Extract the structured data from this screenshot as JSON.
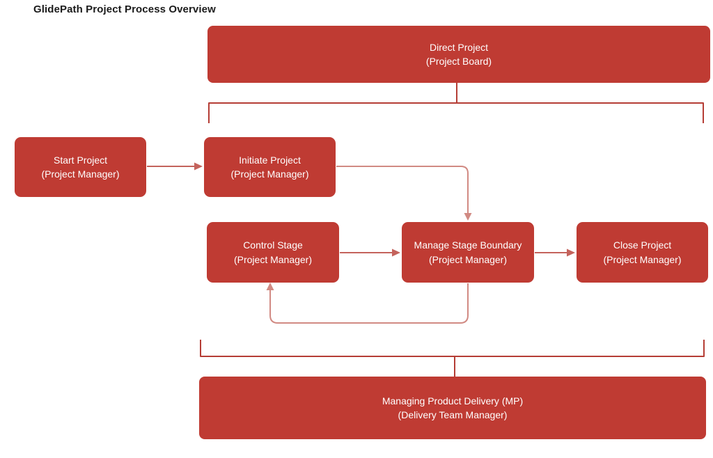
{
  "title": "GlidePath Project Process Overview",
  "colors": {
    "box": "#bf3b33",
    "box_text": "#ffffff",
    "bracket": "#b53d35",
    "arrow": "#c4635c",
    "elbow": "#d18a83",
    "title": "#1b1b1b"
  },
  "nodes": {
    "direct": {
      "line1": "Direct Project",
      "line2": "(Project Board)"
    },
    "start": {
      "line1": "Start Project",
      "line2": "(Project Manager)"
    },
    "initiate": {
      "line1": "Initiate Project",
      "line2": "(Project Manager)"
    },
    "control": {
      "line1": "Control Stage",
      "line2": "(Project Manager)"
    },
    "manage_stage_boundary": {
      "line1": "Manage Stage Boundary",
      "line2": "(Project Manager)"
    },
    "close": {
      "line1": "Close Project",
      "line2": "(Project Manager)"
    },
    "managing_product_delivery": {
      "line1": "Managing Product Delivery (MP)",
      "line2": "(Delivery Team Manager)"
    }
  },
  "edges": [
    {
      "from": "start",
      "to": "initiate",
      "style": "arrow"
    },
    {
      "from": "initiate",
      "to": "manage_stage_boundary",
      "style": "elbow-arrow"
    },
    {
      "from": "control",
      "to": "manage_stage_boundary",
      "style": "arrow"
    },
    {
      "from": "manage_stage_boundary",
      "to": "close",
      "style": "arrow"
    },
    {
      "from": "manage_stage_boundary",
      "to": "control",
      "style": "loop-back-arrow"
    },
    {
      "from": "direct",
      "to": "stage-processes",
      "style": "bracket"
    },
    {
      "from": "stage-processes",
      "to": "managing_product_delivery",
      "style": "bracket"
    }
  ]
}
